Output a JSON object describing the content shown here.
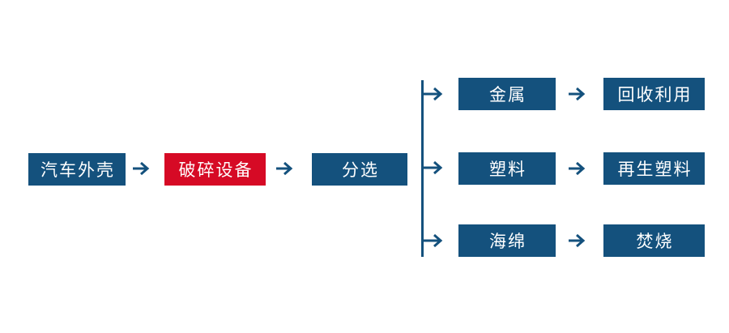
{
  "diagram": {
    "colors": {
      "primary_blue": "#14517D",
      "accent_red": "#D60A25",
      "text_white": "#FFFFFF",
      "background": "#FFFFFF"
    },
    "main_flow": {
      "nodes": [
        {
          "id": "car-shell",
          "label": "汽车外壳",
          "variant": "blue"
        },
        {
          "id": "crushing-equipment",
          "label": "破碎设备",
          "variant": "red"
        },
        {
          "id": "sorting",
          "label": "分选",
          "variant": "blue"
        }
      ]
    },
    "branches": [
      {
        "material": "金属",
        "outcome": "回收利用"
      },
      {
        "material": "塑料",
        "outcome": "再生塑料"
      },
      {
        "material": "海绵",
        "outcome": "焚烧"
      }
    ],
    "icons": {
      "arrow": "right-arrow"
    }
  }
}
